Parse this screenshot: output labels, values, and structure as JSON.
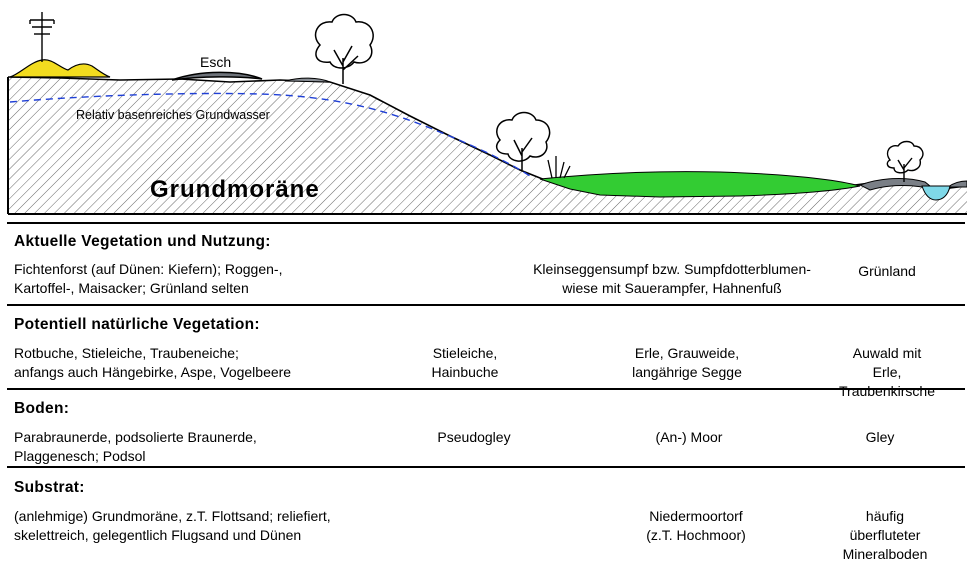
{
  "diagram": {
    "labels": {
      "esch": "Esch",
      "groundwater": "Relativ basenreiches Grundwasser",
      "moraine": "Grundmoräne"
    },
    "colors": {
      "dune_sand": "#f2dc1f",
      "meadow_green": "#33cc33",
      "water": "#7fd8e8",
      "soil_grey": "#7a7f86",
      "groundwater_line": "#1f3fd6"
    },
    "icons": [
      "power-pylon-icon",
      "tree-icon",
      "reed-icon"
    ]
  },
  "sections": [
    {
      "heading": "Aktuelle Vegetation und Nutzung:",
      "cells": [
        "Fichtenforst (auf Dünen: Kiefern); Roggen-,\nKartoffel-, Maisacker; Grünland selten",
        "",
        "Kleinseggensumpf bzw. Sumpfdotterblumen-\nwiese mit Sauerampfer, Hahnenfuß",
        "Grünland"
      ]
    },
    {
      "heading": "Potentiell natürliche Vegetation:",
      "cells": [
        "Rotbuche, Stieleiche, Traubeneiche;\nanfangs auch Hängebirke, Aspe, Vogelbeere",
        "Stieleiche,\nHainbuche",
        "Erle, Grauweide,\nlangährige Segge",
        "Auwald mit Erle,\nTraubenkirsche"
      ]
    },
    {
      "heading": "Boden:",
      "cells": [
        "Parabraunerde, podsolierte Braunerde,\nPlaggenesch; Podsol",
        "Pseudogley",
        "(An-) Moor",
        "Gley"
      ]
    },
    {
      "heading": "Substrat:",
      "cells": [
        "(anlehmige) Grundmoräne, z.T. Flottsand; reliefiert,\nskelettreich, gelegentlich Flugsand und Dünen",
        "",
        "Niedermoortorf\n(z.T. Hochmoor)",
        "häufig überfluteter\nMineralboden"
      ]
    }
  ]
}
